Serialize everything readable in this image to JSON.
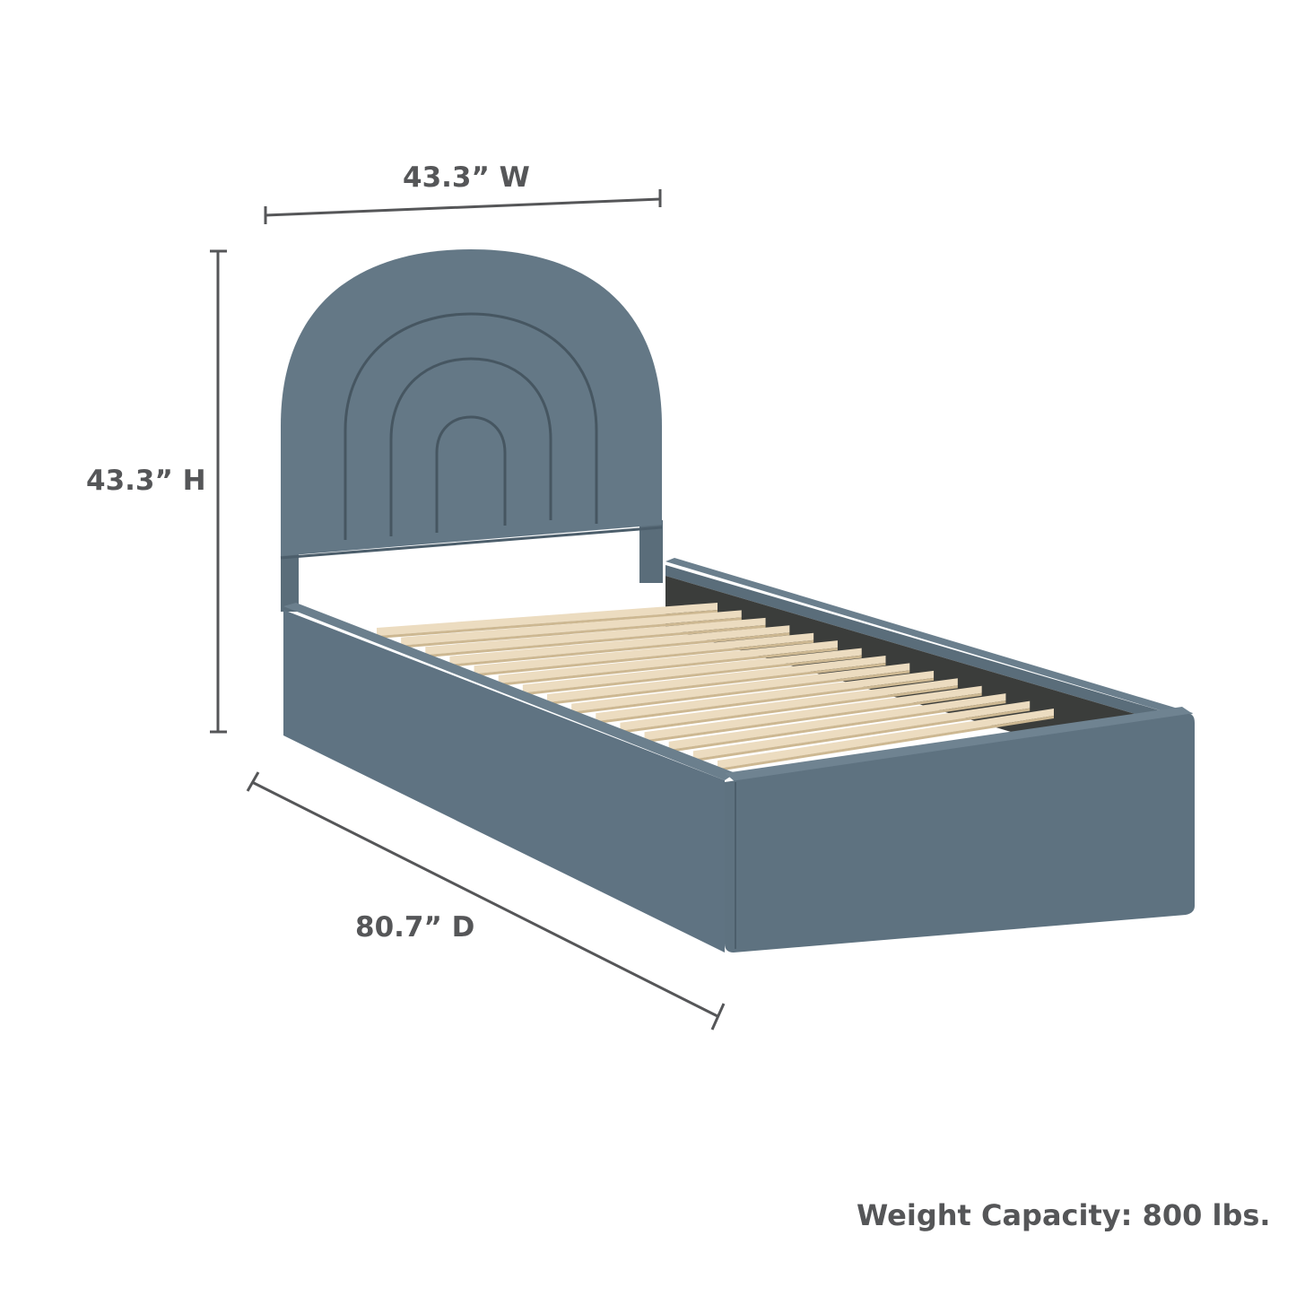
{
  "dimensions": {
    "width": "43.3” W",
    "height": "43.3” H",
    "depth": "80.7” D"
  },
  "weight_capacity": "Weight Capacity: 800 lbs.",
  "colors": {
    "dimension_line": "#555658",
    "text": "#555658",
    "upholstery": "#5f7382",
    "upholstery_dark": "#4c5e6b",
    "slat": "#ecdcc0",
    "slat_shadow": "#cdb892",
    "inner_shadow": "#3b3d3b",
    "background": "#ffffff"
  }
}
